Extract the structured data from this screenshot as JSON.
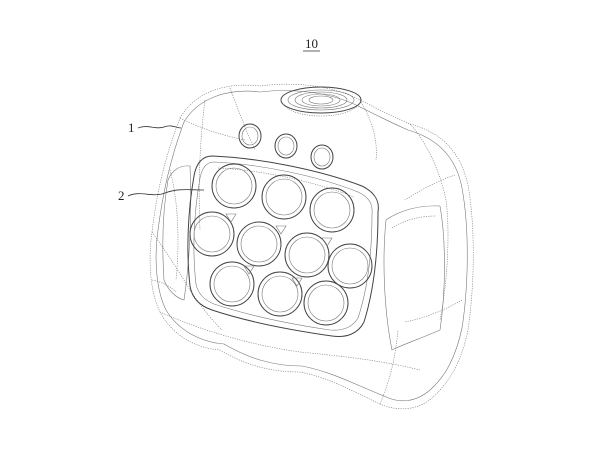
{
  "figure": {
    "ref_main": "10",
    "ref_housing": "1",
    "ref_panel": "2"
  }
}
